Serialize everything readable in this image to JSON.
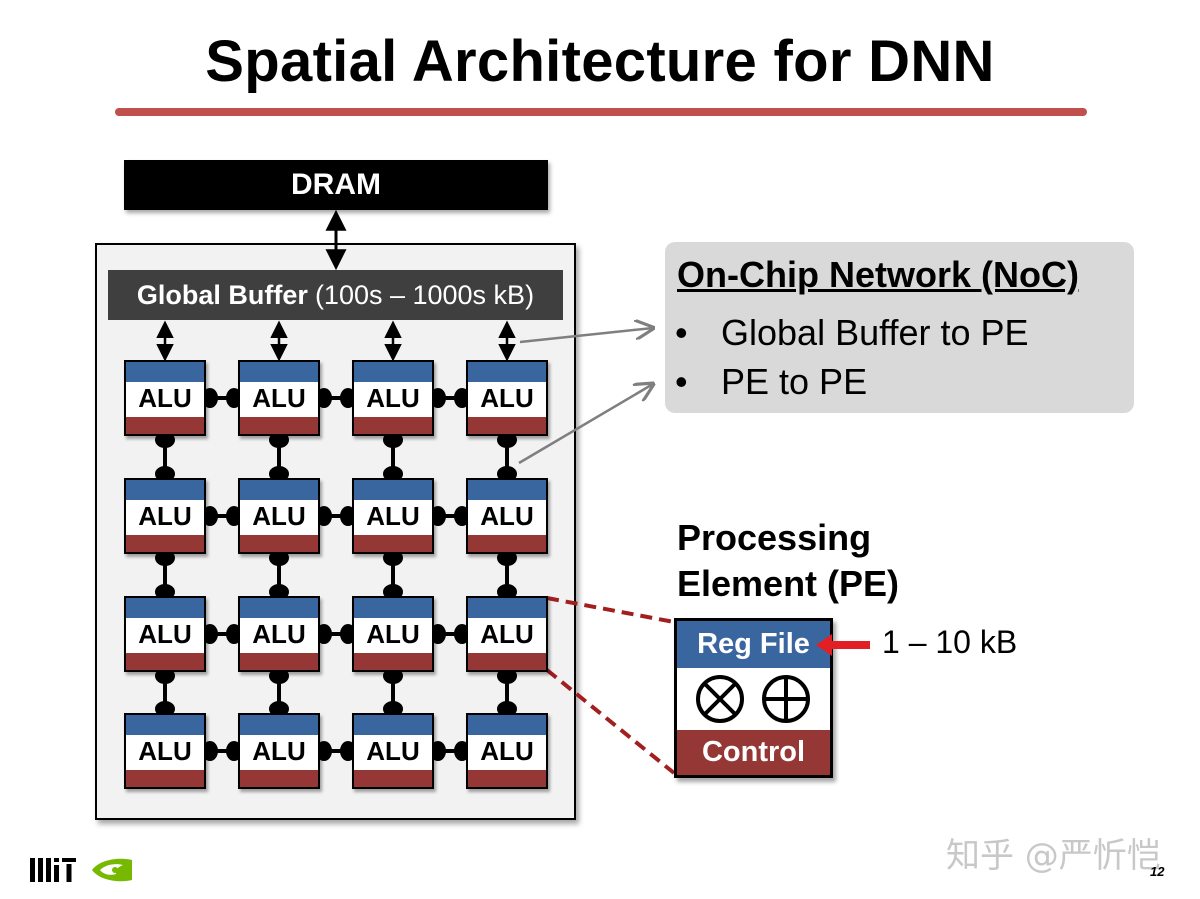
{
  "slide": {
    "title": "Spatial Architecture for DNN",
    "dram_label": "DRAM",
    "global_buffer": {
      "label": "Global Buffer",
      "size": "(100s – 1000s kB)"
    },
    "alu_grid": {
      "rows": 4,
      "cols": 4,
      "cell_label": "ALU",
      "cells": [
        [
          "ALU",
          "ALU",
          "ALU",
          "ALU"
        ],
        [
          "ALU",
          "ALU",
          "ALU",
          "ALU"
        ],
        [
          "ALU",
          "ALU",
          "ALU",
          "ALU"
        ],
        [
          "ALU",
          "ALU",
          "ALU",
          "ALU"
        ]
      ]
    },
    "noc": {
      "title": "On-Chip Network (NoC)",
      "bullet": "•",
      "items": [
        "Global Buffer to PE",
        "PE to PE"
      ]
    },
    "pe": {
      "title_line1": "Processing",
      "title_line2": "Element (PE)",
      "reg_file": "Reg File",
      "control": "Control",
      "reg_size": "1 – 10 kB",
      "ops": [
        "multiply-icon",
        "add-icon"
      ]
    },
    "watermark": "知乎 @严忻恺",
    "page_number": "12",
    "logos": [
      "mit-logo",
      "nvidia-logo"
    ],
    "colors": {
      "accent_rule": "#c0504d",
      "alu_blue": "#3a66a0",
      "alu_red": "#953735",
      "arrow_red": "#e31f26",
      "callout_gray": "#d9d9d9",
      "nvidia_green": "#76b900"
    }
  }
}
